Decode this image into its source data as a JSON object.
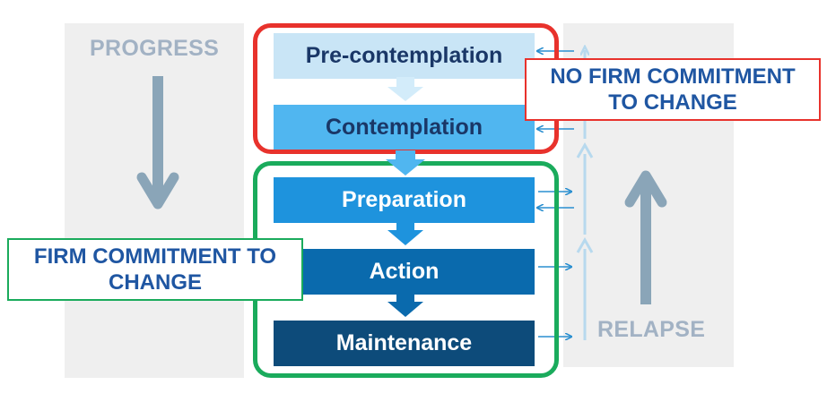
{
  "labels": {
    "progress": "PROGRESS",
    "relapse": "RELAPSE"
  },
  "stages": [
    {
      "label": "Pre-contemplation",
      "color": "#c9e5f6"
    },
    {
      "label": "Contemplation",
      "color": "#50b6f0"
    },
    {
      "label": "Preparation",
      "color": "#1e93dd"
    },
    {
      "label": "Action",
      "color": "#0a6aad"
    },
    {
      "label": "Maintenance",
      "color": "#0d4b7a"
    }
  ],
  "groups": {
    "no_commitment": {
      "text": "NO FIRM COMMITMENT\nTO CHANGE",
      "color": "#e8322c"
    },
    "firm_commitment": {
      "text": "FIRM COMMITMENT TO\nCHANGE",
      "color": "#1aab5c"
    }
  },
  "colors": {
    "text_accent": "#1f56a2",
    "side_arrow": "#8aa5b8",
    "relapse_line": "#b7d9ee",
    "small_arrow": "#2a8fd0"
  }
}
